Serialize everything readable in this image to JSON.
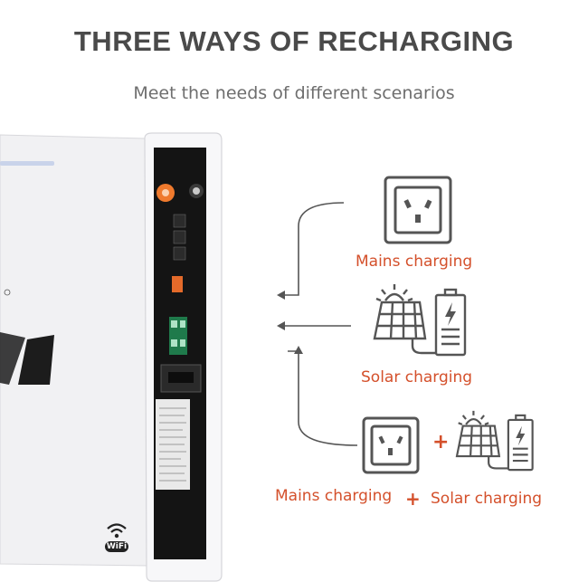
{
  "header": {
    "title": "THREE WAYS OF RECHARGING",
    "subtitle": "Meet the needs of different scenarios"
  },
  "options": [
    {
      "label": "Mains charging",
      "icon": "power-socket-icon"
    },
    {
      "label": "Solar charging",
      "icon": "solar-panel-battery-icon"
    },
    {
      "label_a": "Mains charging",
      "plus": "+",
      "label_b": "Solar charging",
      "icons": [
        "power-socket-icon",
        "solar-panel-battery-icon"
      ]
    }
  ],
  "product": {
    "badge": "WiFi"
  },
  "colors": {
    "accent": "#d4502b",
    "icon": "#555555",
    "title": "#4a4a4a"
  }
}
